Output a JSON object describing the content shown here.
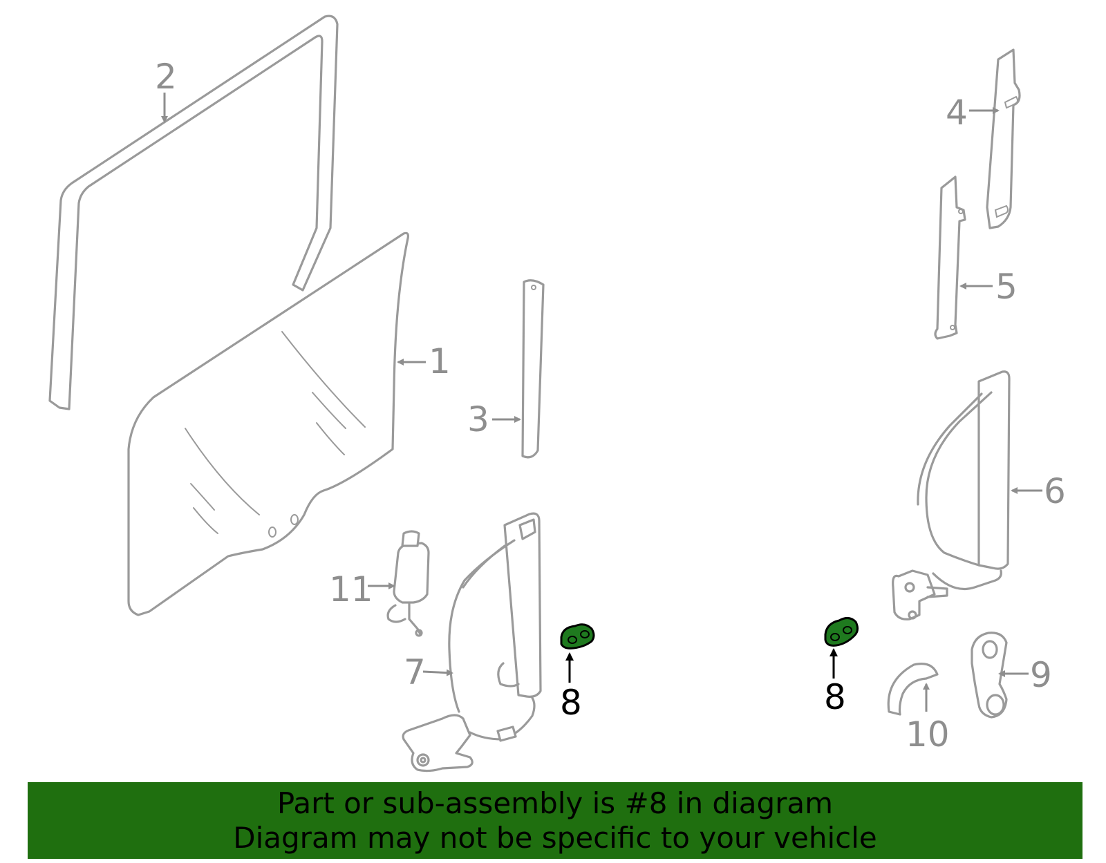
{
  "callouts": [
    "1",
    "2",
    "3",
    "4",
    "5",
    "6",
    "7",
    "8",
    "8",
    "9",
    "10",
    "11"
  ],
  "highlight_color": "#1f7a1f",
  "banner": {
    "line1": "Part or sub-assembly is #8 in diagram",
    "line2": "Diagram may not be specific to your vehicle",
    "background": "#1f6f0f"
  }
}
